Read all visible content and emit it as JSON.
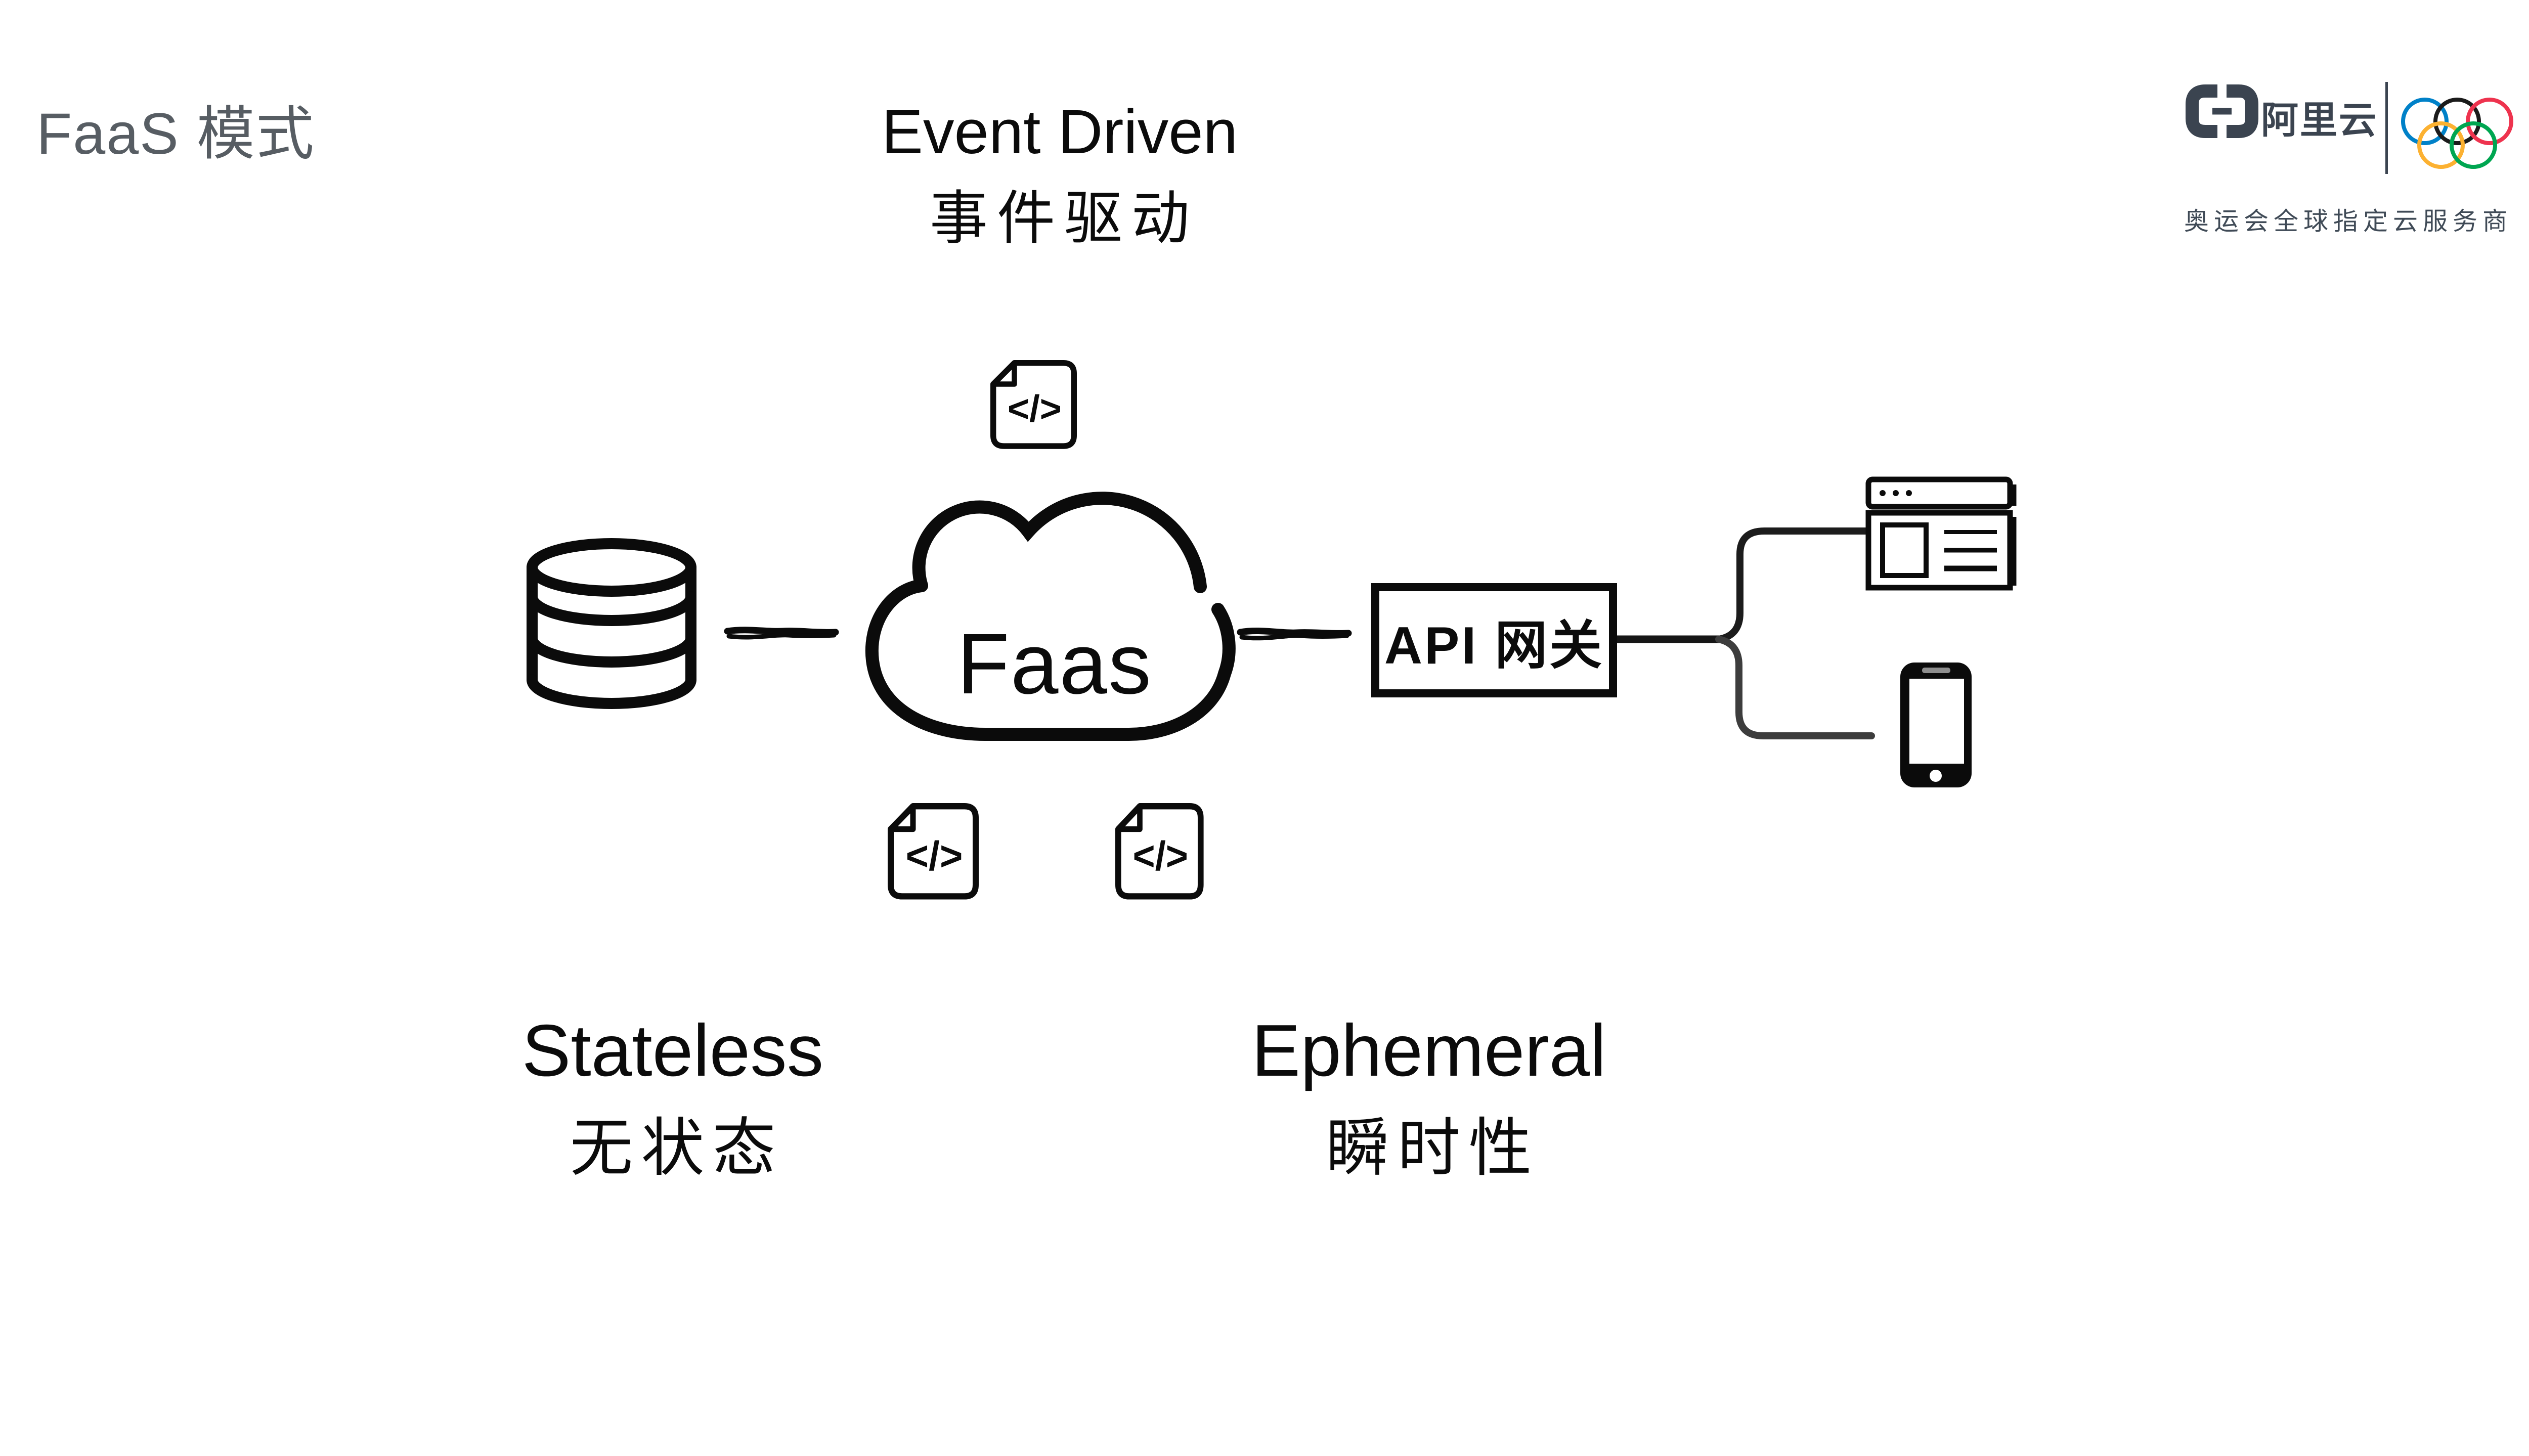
{
  "header": {
    "title": "FaaS 模式"
  },
  "labels": {
    "event_driven": {
      "en": "Event Driven",
      "zh": "事件驱动"
    },
    "stateless": {
      "en": "Stateless",
      "zh": "无状态"
    },
    "ephemeral": {
      "en": "Ephemeral",
      "zh": "瞬时性"
    }
  },
  "diagram": {
    "cloud_label": "Faas",
    "api_gateway_label": "API 网关",
    "code_file_glyph": "</>"
  },
  "logo": {
    "brand": "阿里云",
    "tagline": "奥运会全球指定云服务商",
    "brand_color": "#3b4450",
    "ring_colors": {
      "blue": "#0081C8",
      "black": "#1B1B1B",
      "red": "#EE334E",
      "yellow": "#FCB131",
      "green": "#00A651"
    }
  },
  "colors": {
    "title_gray": "#575d63",
    "ink": "#0b0b0b"
  }
}
